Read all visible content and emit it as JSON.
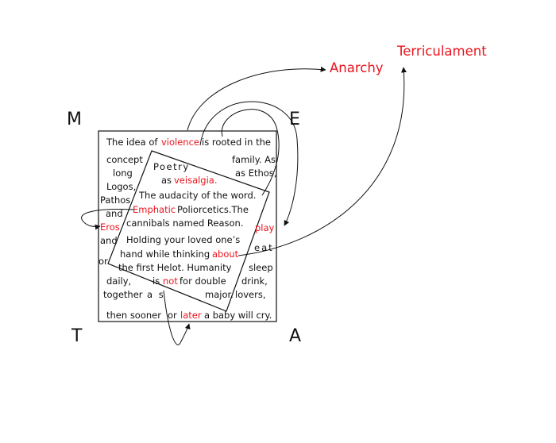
{
  "corners": {
    "m": "M",
    "e": "E",
    "t": "T",
    "a": "A"
  },
  "labels": {
    "anarchy": "Anarchy",
    "terriculament": "Terriculament"
  },
  "colors": {
    "accent": "#e8141e",
    "ink": "#111111"
  },
  "words": {
    "l1_a": "The idea of",
    "violence": "violence",
    "l1_b": "is rooted in the",
    "concept": "concept",
    "family_as": "family. As",
    "long": "long",
    "as_ethos": "as Ethos,",
    "logos": "Logos,",
    "pathos": "Pathos",
    "and1": "and",
    "and2": "and",
    "or1": "or",
    "eros": "Eros",
    "poetry": "Poetry",
    "as": "as",
    "veisalgia": "veisalgia.",
    "audacity": "The audacity of the word.",
    "emphatic": "Emphatic",
    "poliorcetics": "Poliorcetics.The",
    "cannibals": "cannibals named Reason.",
    "play": "play",
    "eat": "eat",
    "holding": "Holding your loved one’s",
    "hand": "hand while thinking",
    "about": "about",
    "helot": "the first Helot. Humanity",
    "sleep": "sleep",
    "daily": "daily,",
    "is": "is",
    "not": "not",
    "for_double": "for double",
    "drink": "drink,",
    "together": "together",
    "a_s": "a s",
    "major": "major.",
    "lovers": "lovers,",
    "then_sooner": "then sooner",
    "or2": "or",
    "later": "later",
    "baby": "a baby will cry."
  }
}
